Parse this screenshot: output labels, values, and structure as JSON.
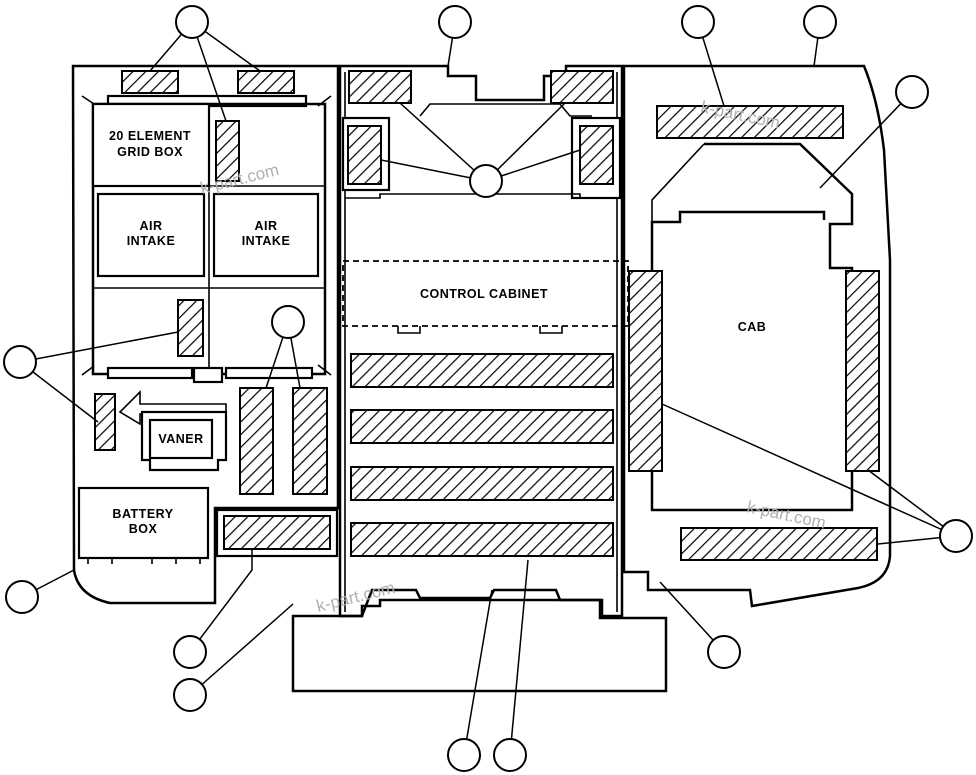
{
  "labels": {
    "grid_box_line1": "20 ELEMENT",
    "grid_box_line2": "GRID BOX",
    "air_intake_left_line1": "AIR",
    "air_intake_left_line2": "INTAKE",
    "air_intake_right_line1": "AIR",
    "air_intake_right_line2": "INTAKE",
    "vaner": "VANER",
    "battery_line1": "BATTERY",
    "battery_line2": "BOX",
    "control_cabinet": "CONTROL CABINET",
    "cab": "CAB"
  },
  "watermark": "k-part.com",
  "colors": {
    "line": "#000000",
    "background": "#ffffff",
    "watermark": "#b0b0b0"
  }
}
